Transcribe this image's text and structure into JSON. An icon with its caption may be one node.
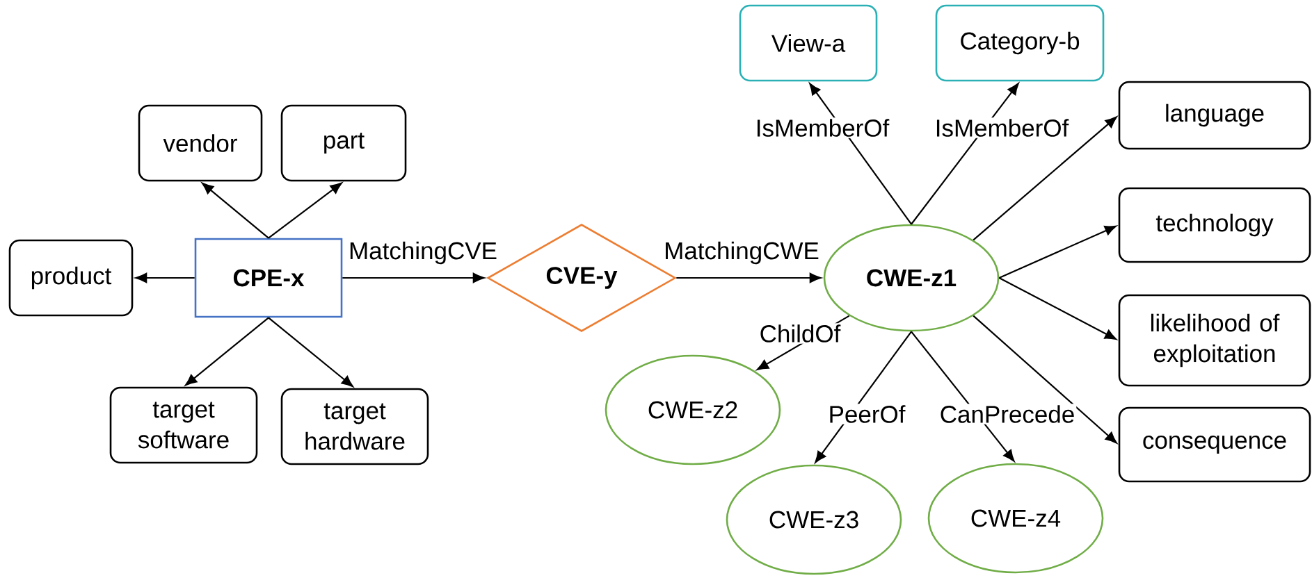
{
  "diagram": {
    "nodes": [
      {
        "text": [
          "CPE-x"
        ]
      },
      {
        "text": [
          "vendor"
        ]
      },
      {
        "text": [
          "part"
        ]
      },
      {
        "text": [
          "product"
        ]
      },
      {
        "text": [
          "target software"
        ]
      },
      {
        "text": [
          "target hardware"
        ]
      },
      {
        "text": [
          "CVE-y"
        ]
      },
      {
        "text": [
          "CWE-z1"
        ]
      },
      {
        "text": [
          "View-a"
        ]
      },
      {
        "text": [
          "Category-b"
        ]
      },
      {
        "text": [
          "language"
        ]
      },
      {
        "text": [
          "technology"
        ]
      },
      {
        "text": [
          "likelihood of exploitation"
        ]
      },
      {
        "text": [
          "consequence"
        ]
      },
      {
        "text": [
          "CWE-z2"
        ]
      },
      {
        "text": [
          "CWE-z3"
        ]
      },
      {
        "text": [
          "CWE-z4"
        ]
      }
    ],
    "edges": [
      {
        "from": 0,
        "to": 1,
        "arrow": "to"
      },
      {
        "from": 0,
        "to": 2,
        "arrow": "to"
      },
      {
        "from": 0,
        "to": 3,
        "arrow": "to"
      },
      {
        "from": 0,
        "to": 4,
        "arrow": "to"
      },
      {
        "from": 0,
        "to": 5,
        "arrow": "to"
      },
      {
        "from": 0,
        "to": 6,
        "arrow": "to",
        "label": "MatchingCVE"
      },
      {
        "from": 6,
        "to": 7,
        "arrow": "to",
        "label": "MatchingCWE"
      },
      {
        "from": 7,
        "to": 8,
        "arrow": "to",
        "label": "IsMemberOf"
      },
      {
        "from": 7,
        "to": 9,
        "arrow": "to",
        "label": "IsMemberOf"
      },
      {
        "from": 7,
        "to": 10,
        "arrow": "to"
      },
      {
        "from": 7,
        "to": 11,
        "arrow": "to"
      },
      {
        "from": 7,
        "to": 12,
        "arrow": "to"
      },
      {
        "from": 7,
        "to": 13,
        "arrow": "to"
      },
      {
        "from": 7,
        "to": 14,
        "arrow": "to",
        "label": "ChildOf"
      },
      {
        "from": 7,
        "to": 15,
        "arrow": "to",
        "label": "PeerOf"
      },
      {
        "from": 7,
        "to": 16,
        "arrow": "to",
        "label": "CanPrecede"
      }
    ]
  }
}
